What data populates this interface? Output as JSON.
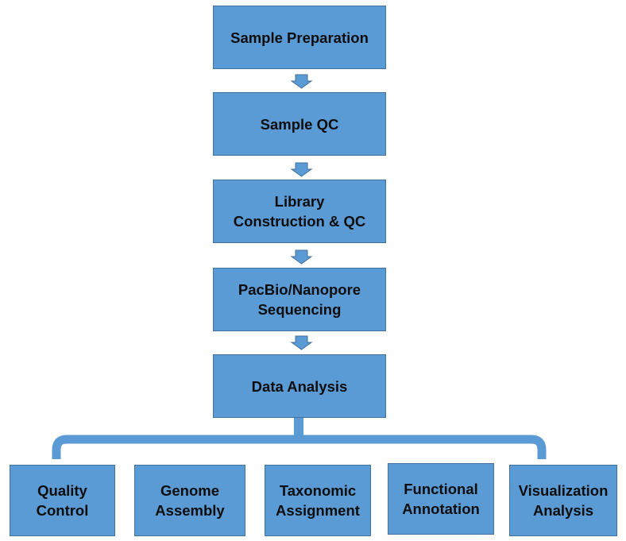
{
  "colors": {
    "box_fill": "#5b9bd5",
    "box_border": "#41719c",
    "arrow_fill": "#5b9bd5",
    "text": "#0d0d0d"
  },
  "pipeline": [
    {
      "id": "sample-preparation",
      "label": "Sample Preparation"
    },
    {
      "id": "sample-qc",
      "label": "Sample QC"
    },
    {
      "id": "library-construction-qc",
      "label": "Library\nConstruction & QC"
    },
    {
      "id": "pacbio-nanopore-sequencing",
      "label": "PacBio/Nanopore\nSequencing"
    },
    {
      "id": "data-analysis",
      "label": "Data Analysis"
    }
  ],
  "analysis_steps": [
    {
      "id": "quality-control",
      "label": "Quality\nControl"
    },
    {
      "id": "genome-assembly",
      "label": "Genome\nAssembly"
    },
    {
      "id": "taxonomic-assignment",
      "label": "Taxonomic\nAssignment"
    },
    {
      "id": "functional-annotation",
      "label": "Functional\nAnnotation"
    },
    {
      "id": "visualization-analysis",
      "label": "Visualization\nAnalysis"
    }
  ]
}
